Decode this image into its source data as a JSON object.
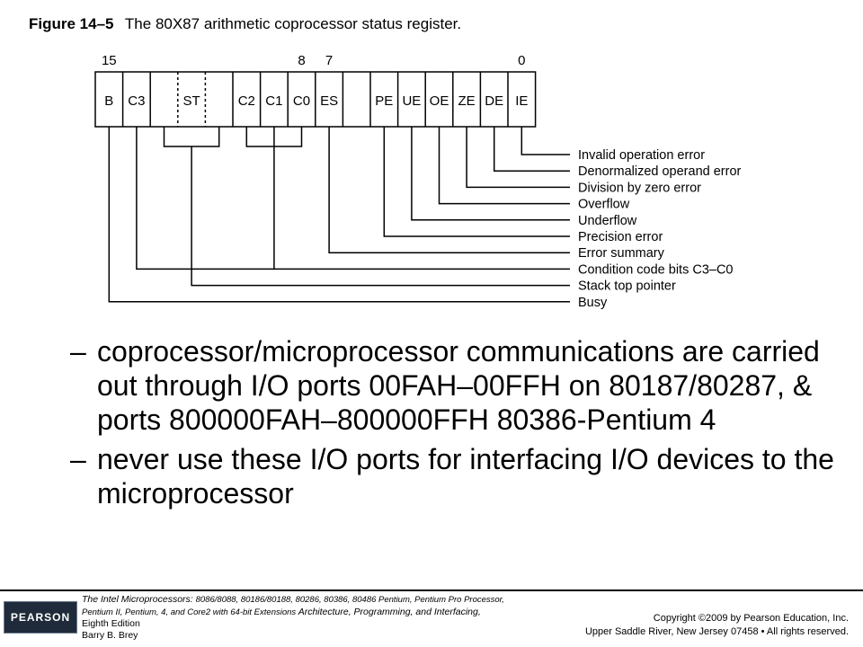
{
  "caption": {
    "number": "Figure 14–5",
    "text": "The 80X87 arithmetic coprocessor status register."
  },
  "bit_numbers": [
    "15",
    "8",
    "7",
    "0"
  ],
  "fields": [
    "B",
    "C3",
    "ST",
    "C2",
    "C1",
    "C0",
    "ES",
    "PE",
    "UE",
    "OE",
    "ZE",
    "DE",
    "IE"
  ],
  "descriptions": [
    "Invalid operation error",
    "Denormalized operand error",
    "Division by zero error",
    "Overflow",
    "Underflow",
    "Precision error",
    "Error summary",
    "Condition code bits C3–C0",
    "Stack top pointer",
    "Busy"
  ],
  "bullets": [
    "coprocessor/microprocessor communications are carried out through I/O ports 00FAH–00FFH on 80187/80287, & ports 800000FAH–800000FFH 80386-Pentium 4",
    "never use these I/O ports for interfacing I/O devices to the microprocessor"
  ],
  "footer": {
    "logo": "PEARSON",
    "book_title": "The Intel Microprocessors:",
    "book_models": "8086/8088, 80186/80188, 80286, 80386, 80486 Pentium, Pentium Pro Processor, Pentium II, Pentium, 4, and Core2 with 64-bit Extensions",
    "book_subtitle": "Architecture, Programming, and Interfacing,",
    "edition": "Eighth Edition",
    "author": "Barry B. Brey",
    "copyright_line1": "Copyright ©2009 by Pearson Education, Inc.",
    "copyright_line2": "Upper Saddle River, New Jersey 07458 • All rights reserved."
  }
}
